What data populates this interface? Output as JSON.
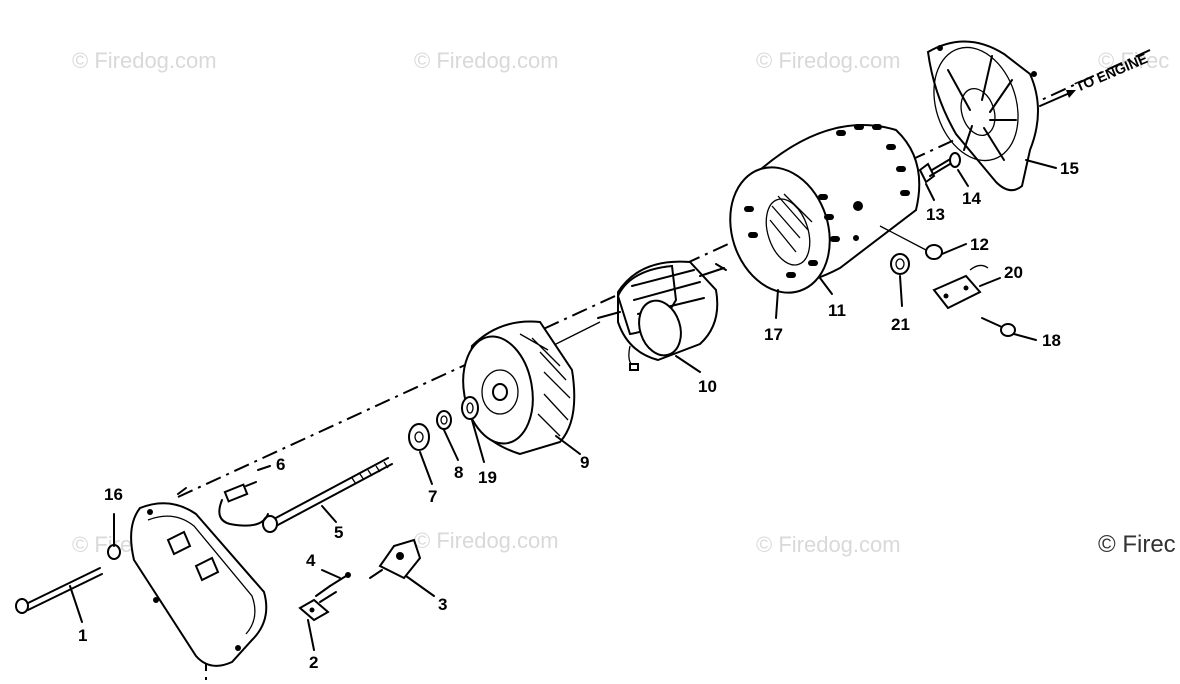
{
  "watermarks": [
    "© Firedog.com",
    "© Firedog.com",
    "© Firedog.com",
    "© Firec",
    "© Firedog.com",
    "© Firedog.com",
    "© Firedog.com",
    "© Firec"
  ],
  "direction_label": "TO ENGINE",
  "callouts": [
    "1",
    "2",
    "3",
    "4",
    "5",
    "6",
    "7",
    "8",
    "19",
    "9",
    "10",
    "17",
    "11",
    "21",
    "20",
    "18",
    "12",
    "13",
    "14",
    "15",
    "16"
  ]
}
